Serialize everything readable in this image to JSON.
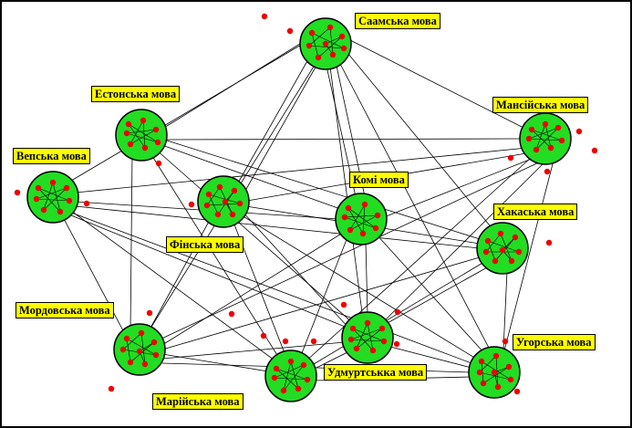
{
  "palette": {
    "node_fill": "#22dd22",
    "dot": "#ee0000",
    "label_bg": "#ffff00",
    "line": "#000000"
  },
  "nodes": {
    "saami": "Саамська мова",
    "mansi": "Мансійська мова",
    "estonian": "Естонська мова",
    "veps": "Вепська мова",
    "komi": "Комі мова",
    "khakas": "Хакаська мова",
    "finnish": "Фінська мова",
    "mordvin": "Мордовська мова",
    "udmurt": "Удмуртськка мова",
    "hungarian": "Угорська мова",
    "mari": "Марійська мова"
  }
}
